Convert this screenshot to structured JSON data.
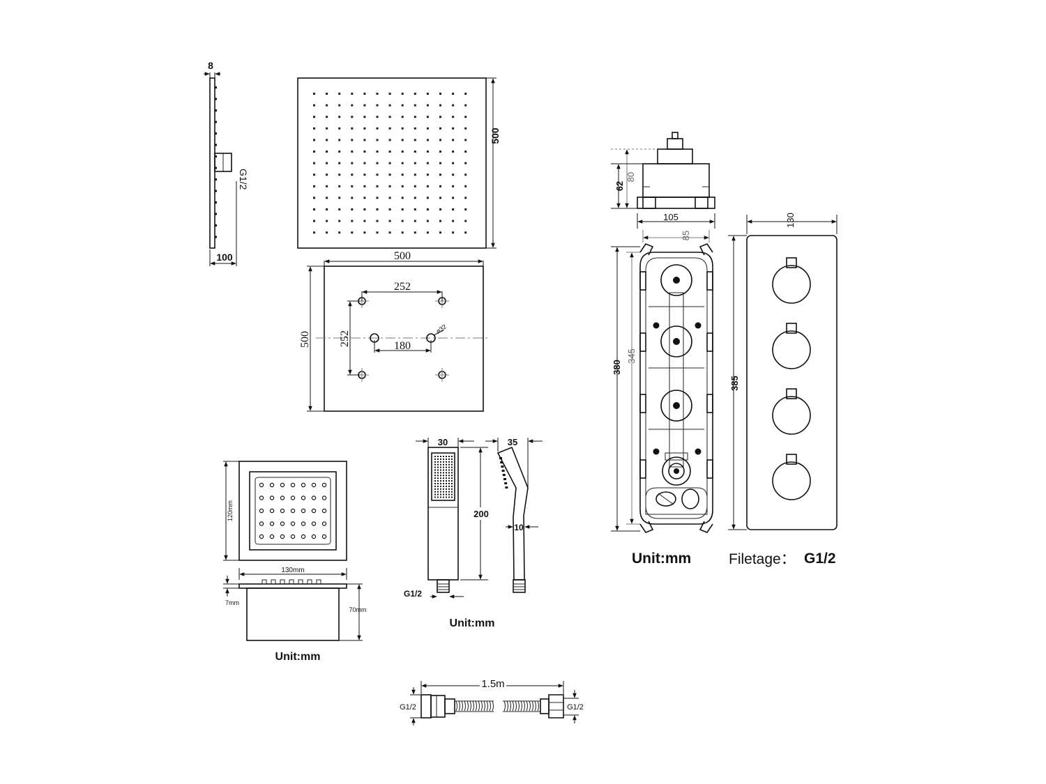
{
  "rain_head": {
    "side_thickness": "8",
    "side_depth": "100",
    "side_thread": "G1/2",
    "top_width": "500",
    "top_height": "500",
    "mount_width": "500",
    "mount_height": "500",
    "hole_spacing_x": "252",
    "hole_spacing_y": "252",
    "center_spacing": "180",
    "hole_diameter": "ø32"
  },
  "body_jet": {
    "height": "120mm",
    "width": "130mm",
    "plate": "7mm",
    "depth": "70mm",
    "unit_note": "Unit:mm"
  },
  "hand_shower": {
    "front_width": "30",
    "side_width": "35",
    "length": "200",
    "neck": "10",
    "thread": "G1/2",
    "unit_note": "Unit:mm"
  },
  "hose": {
    "length": "1.5m",
    "thread_left": "G1/2",
    "thread_right": "G1/2"
  },
  "valve": {
    "box_height_outer": "80",
    "box_height_inner": "62",
    "box_width_outer": "105",
    "box_width_inner": "85",
    "body_height_outer": "380",
    "body_height_inner": "345",
    "plate_width": "130",
    "plate_height": "385",
    "unit_note": "Unit:mm",
    "thread_label": "Filetage：",
    "thread_value": "G1/2"
  }
}
